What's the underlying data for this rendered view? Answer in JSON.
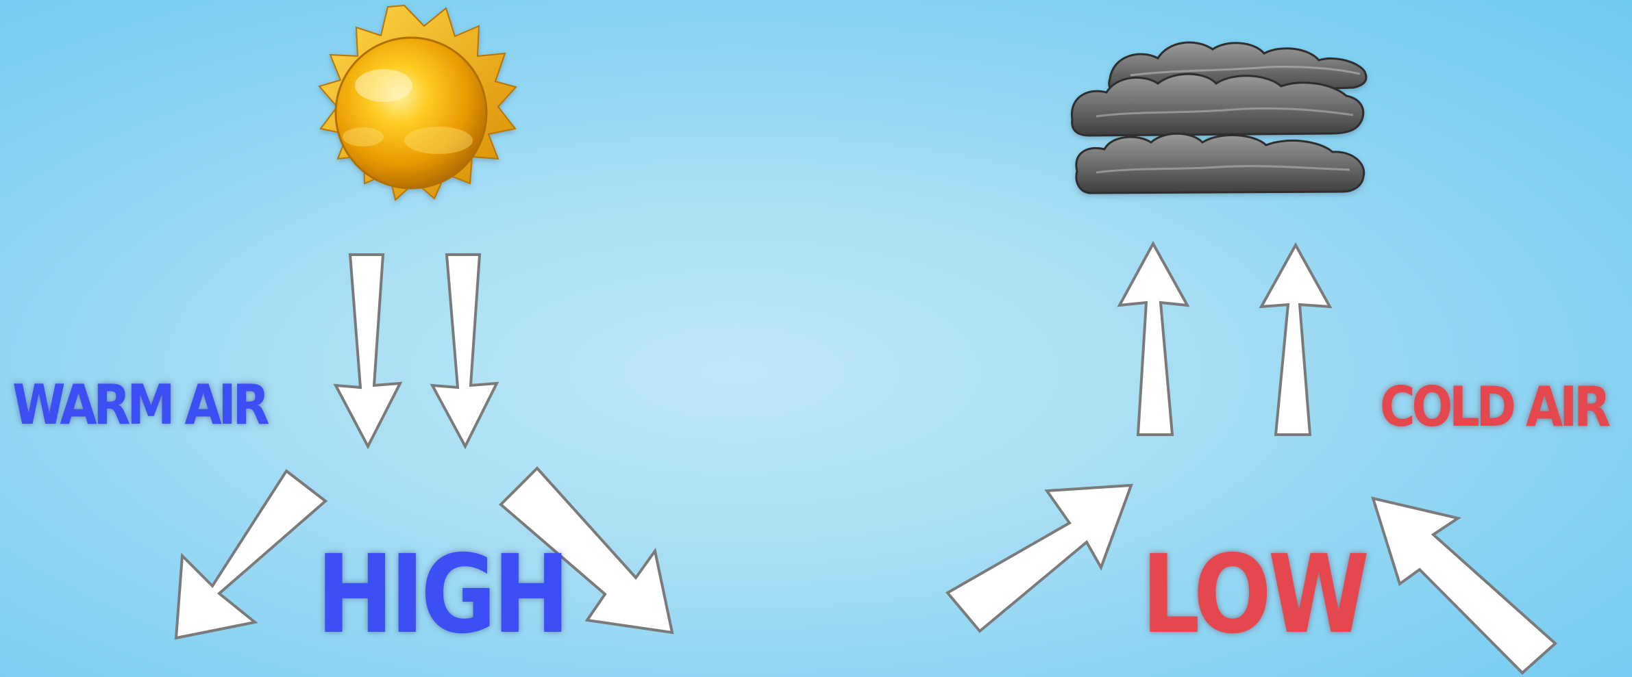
{
  "labels": {
    "warm_air": "WARM AIR",
    "cold_air": "COLD AIR",
    "high": "HIGH",
    "low": "LOW"
  },
  "colors": {
    "high_side": "#3b4ff5",
    "low_side": "#e5474f",
    "arrow_fill": "#ffffff",
    "arrow_stroke": "#7a7a7a",
    "sky_center": "#bfe8f7",
    "sky_edge": "#6fcaf0"
  },
  "icons": {
    "high_side": "sun-icon",
    "low_side": "cloud-icon"
  }
}
